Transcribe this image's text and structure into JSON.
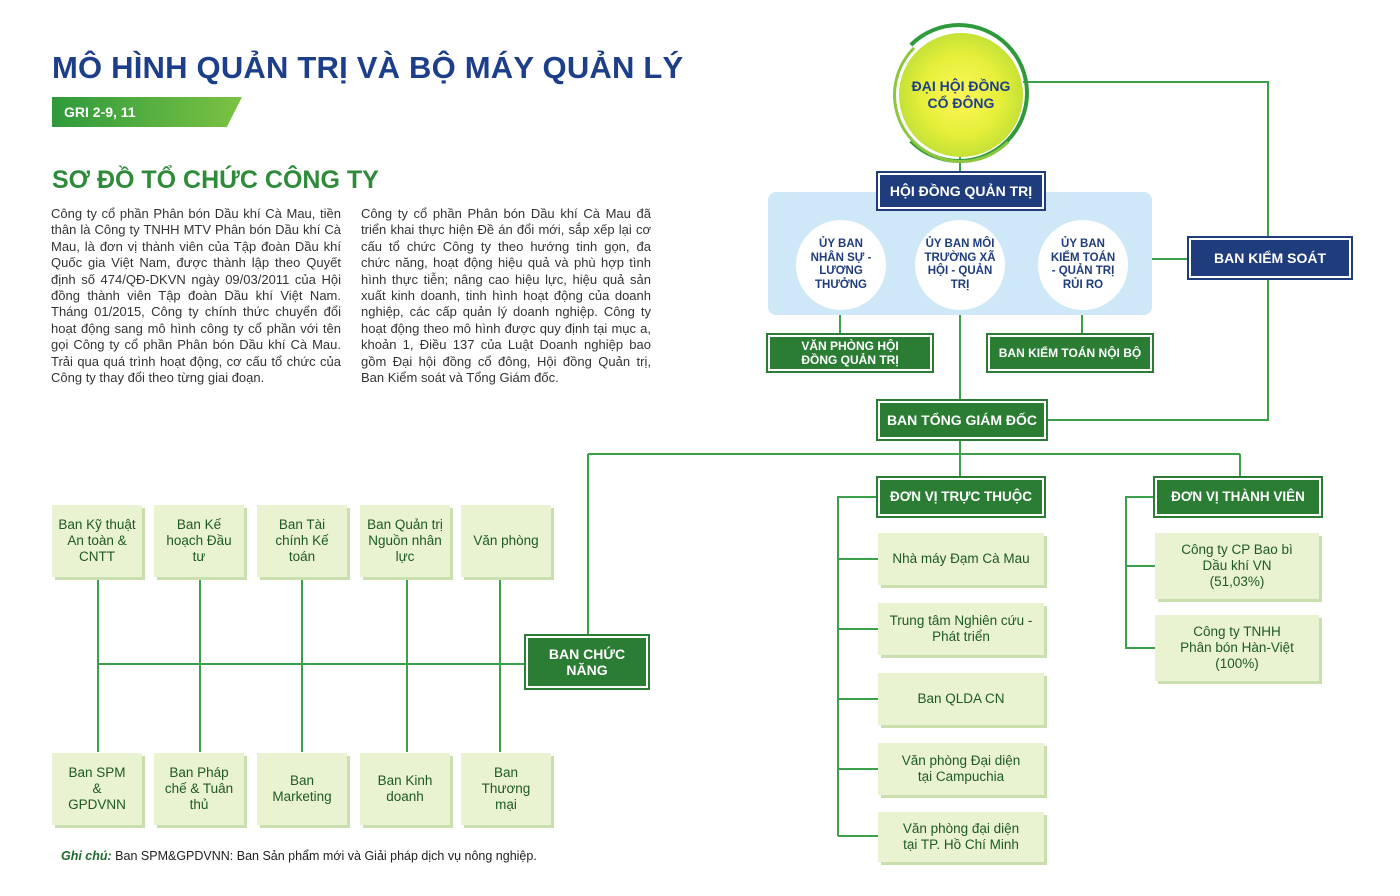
{
  "title": "MÔ HÌNH QUẢN TRỊ VÀ BỘ MÁY QUẢN LÝ",
  "gri": "GRI 2-9, 11",
  "section_title": "SƠ ĐỒ TỔ CHỨC CÔNG TY",
  "paragraph_1": "Công ty cổ phần Phân bón Dầu khí Cà Mau, tiền thân là Công ty TNHH MTV Phân bón Dầu khí Cà Mau, là đơn vị thành viên của Tập đoàn Dầu khí Quốc gia Việt Nam, được thành lập theo Quyết định số 474/QĐ-DKVN ngày 09/03/2011 của Hội đồng thành viên Tập đoàn Dầu khí Việt Nam. Tháng 01/2015, Công ty chính thức chuyển đổi hoạt động sang mô hình công ty cổ phần với tên gọi Công ty cổ phần Phân bón Dầu khí Cà Mau. Trải qua quá trình hoạt động, cơ cấu tổ chức của Công ty thay đổi theo từng giai đoạn.",
  "paragraph_2": "Công ty cổ phần Phân bón Dầu khí Cà Mau đã triển khai thực hiện Đề án đổi mới, sắp xếp lại cơ cấu tổ chức Công ty theo hướng tinh gọn, đa chức năng, hoạt động hiệu quả và phù hợp tình hình thực tiễn; nâng cao hiệu lực, hiệu quả sản xuất kinh doanh, tinh hình hoạt động của doanh nghiệp, các cấp quản lý doanh nghiệp. Công ty hoạt động theo mô hình được quy định tại mục a, khoản 1, Điều 137 của Luật Doanh nghiệp bao gồm Đại hội đồng cổ đông, Hội đồng Quản trị, Ban Kiểm soát và Tổng Giám đốc.",
  "org": {
    "shareholders": "ĐẠI HỘI ĐỒNG CỔ ĐÔNG",
    "board": "HỘI ĐỒNG QUẢN TRỊ",
    "committees": [
      "ỦY BAN NHÂN SỰ - LƯƠNG THƯỞNG",
      "ỦY BAN MÔI TRƯỜNG XÃ HỘI - QUẢN TRỊ",
      "ỦY BAN KIỂM TOÁN - QUẢN TRỊ RỦI RO"
    ],
    "supervisory": "BAN KIỂM SOÁT",
    "board_office": "VĂN PHÒNG HỘI ĐỒNG QUẢN TRỊ",
    "internal_audit": "BAN KIỂM TOÁN NỘI BỘ",
    "ceo_board": "BAN TỔNG GIÁM ĐỐC",
    "affiliated_units": "ĐƠN VỊ TRỰC THUỘC",
    "member_units": "ĐƠN VỊ THÀNH VIÊN",
    "functional": "BAN CHỨC NĂNG",
    "affiliated_list": [
      "Nhà máy Đạm Cà Mau",
      "Trung tâm Nghiên cứu - Phát triển",
      "Ban QLDA CN",
      "Văn phòng Đại diện tại Campuchia",
      "Văn phòng đại diện tại TP. Hồ Chí Minh"
    ],
    "member_list": [
      "Công ty CP Bao bì Dầu khí VN (51,03%)",
      "Công ty TNHH Phân bón Hàn-Việt (100%)"
    ],
    "functional_top": [
      "Ban Kỹ thuật An toàn & CNTT",
      "Ban Kế hoạch Đầu tư",
      "Ban Tài chính Kế toán",
      "Ban Quản trị Nguồn nhân lực",
      "Văn phòng"
    ],
    "functional_bottom": [
      "Ban SPM & GPDVNN",
      "Ban Pháp chế & Tuân thủ",
      "Ban Marketing",
      "Ban Kinh doanh",
      "Ban Thương mại"
    ]
  },
  "note_label": "Ghi chú:",
  "note_text": " Ban SPM&GPDVNN: Ban Sản phẩm mới và Giải pháp dịch vụ nông nghiệp.",
  "colors": {
    "navy": "#1f3c7c",
    "green": "#2b7d34",
    "light_green": "#e9f3d2",
    "blue_band": "#cfe8f7"
  }
}
